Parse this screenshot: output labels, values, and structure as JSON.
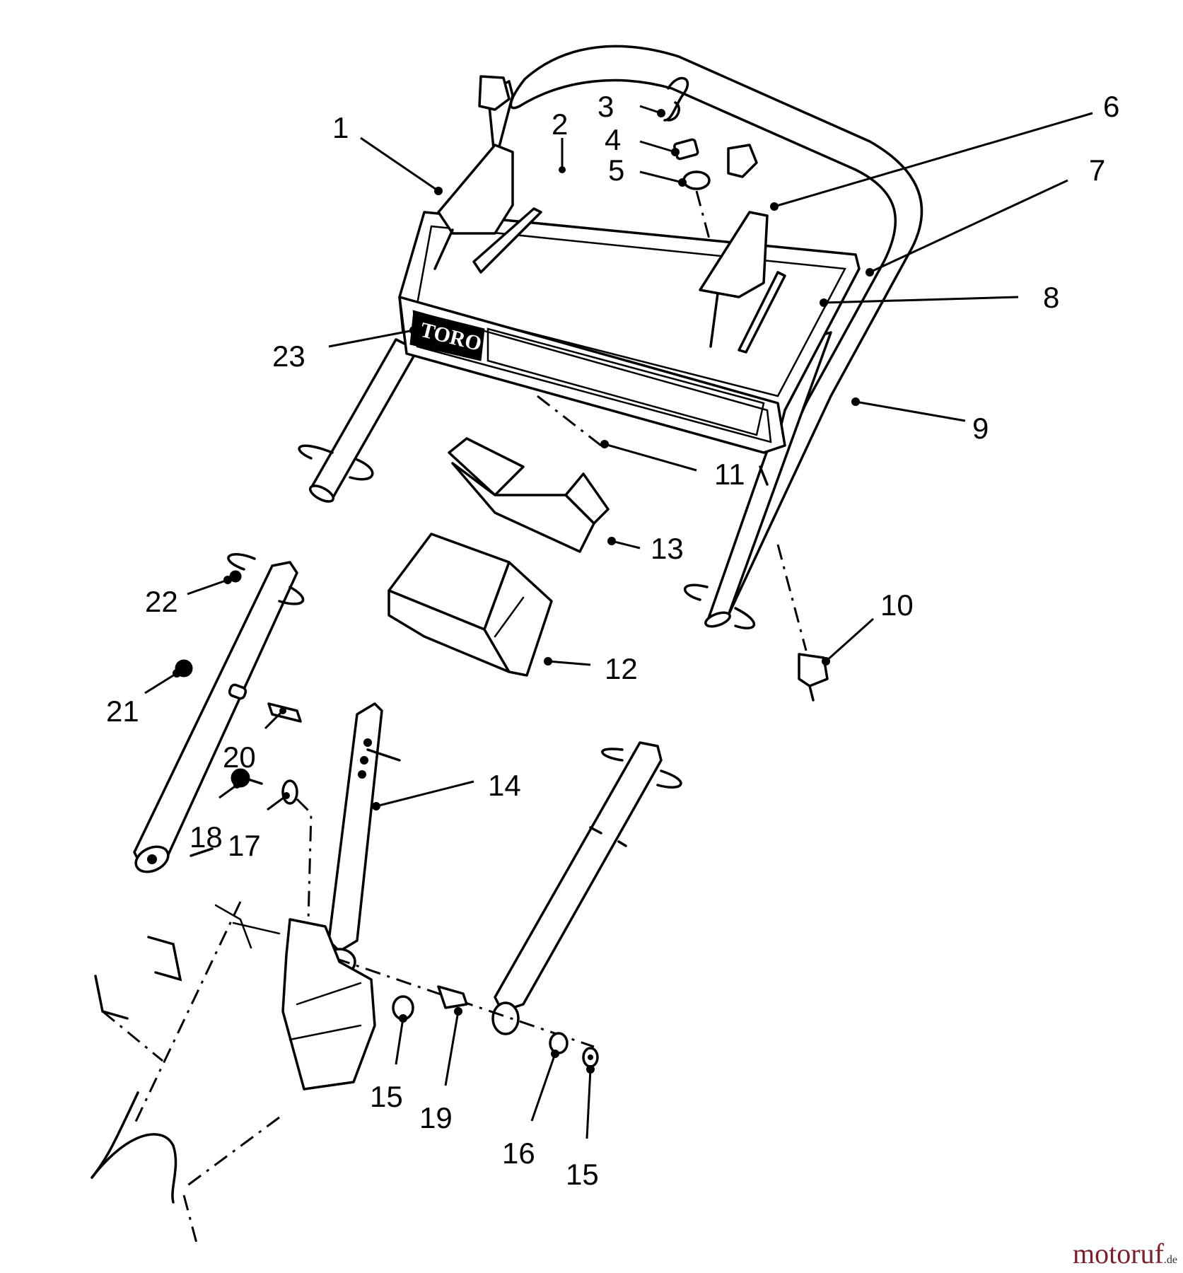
{
  "callouts": [
    {
      "id": "p1",
      "label": "1"
    },
    {
      "id": "p2",
      "label": "2"
    },
    {
      "id": "p3",
      "label": "3"
    },
    {
      "id": "p4",
      "label": "4"
    },
    {
      "id": "p5",
      "label": "5"
    },
    {
      "id": "p6",
      "label": "6"
    },
    {
      "id": "p7",
      "label": "7"
    },
    {
      "id": "p8",
      "label": "8"
    },
    {
      "id": "p9",
      "label": "9"
    },
    {
      "id": "p10",
      "label": "10"
    },
    {
      "id": "p11",
      "label": "11"
    },
    {
      "id": "p12",
      "label": "12"
    },
    {
      "id": "p13",
      "label": "13"
    },
    {
      "id": "p14",
      "label": "14"
    },
    {
      "id": "p15a",
      "label": "15"
    },
    {
      "id": "p15b",
      "label": "15"
    },
    {
      "id": "p16",
      "label": "16"
    },
    {
      "id": "p17",
      "label": "17"
    },
    {
      "id": "p18",
      "label": "18"
    },
    {
      "id": "p19",
      "label": "19"
    },
    {
      "id": "p20",
      "label": "20"
    },
    {
      "id": "p21",
      "label": "21"
    },
    {
      "id": "p22",
      "label": "22"
    },
    {
      "id": "p23",
      "label": "23"
    }
  ],
  "decal_text": "TORO",
  "watermark": {
    "name": "motoruf",
    "suffix": ".de"
  }
}
